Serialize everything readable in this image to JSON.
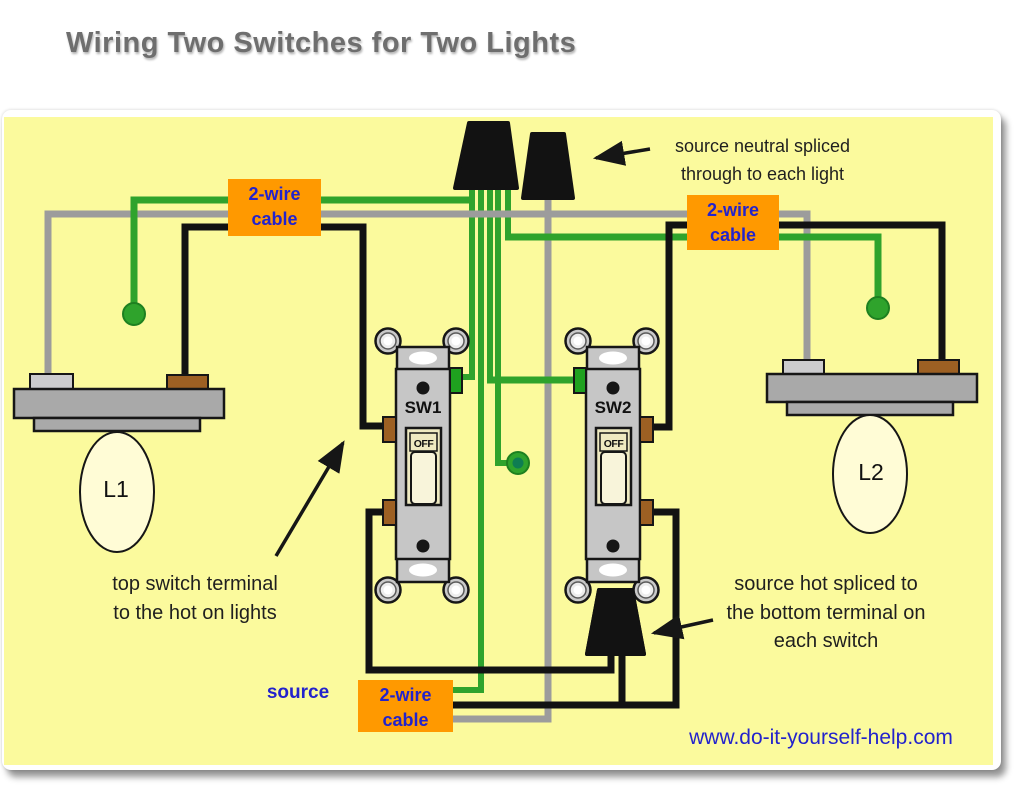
{
  "title": "Wiring Two Switches for Two Lights",
  "website": "www.do-it-yourself-help.com",
  "colors": {
    "page_bg": "#ffffff",
    "panel_bg": "#FBFA9D",
    "title_text": "#6E6E6E",
    "annotation_text": "#1F1F1F",
    "blue_text": "#2323CC",
    "cable_label_bg": "#FF9900",
    "wire_black": "#121212",
    "wire_gray": "#9C9C9C",
    "wire_green": "#2FA32C",
    "ground_dot_center": "#0E7D52",
    "device_body": "#C6C6C6",
    "device_outline": "#161616",
    "terminal_brown": "#9D6023",
    "terminal_green": "#1FA11F",
    "terminal_silver": "#CCCCCE",
    "fixture_gray": "#A9A9A9",
    "bulb_fill": "#FFFCD6"
  },
  "cable_labels": {
    "left": {
      "line1": "2-wire",
      "line2": "cable"
    },
    "right": {
      "line1": "2-wire",
      "line2": "cable"
    },
    "source": {
      "line1": "2-wire",
      "line2": "cable"
    }
  },
  "annotations": {
    "neutral_note": [
      "source neutral spliced",
      "through to each light"
    ],
    "switch_terminal_note": [
      "top switch terminal",
      "to the hot on lights"
    ],
    "hot_note": [
      "source hot spliced to",
      "the bottom terminal on",
      "each switch"
    ],
    "source_label": "source"
  },
  "devices": {
    "switch1": {
      "label": "SW1",
      "state": "OFF"
    },
    "switch2": {
      "label": "SW2",
      "state": "OFF"
    },
    "light1": {
      "label": "L1"
    },
    "light2": {
      "label": "L2"
    }
  }
}
